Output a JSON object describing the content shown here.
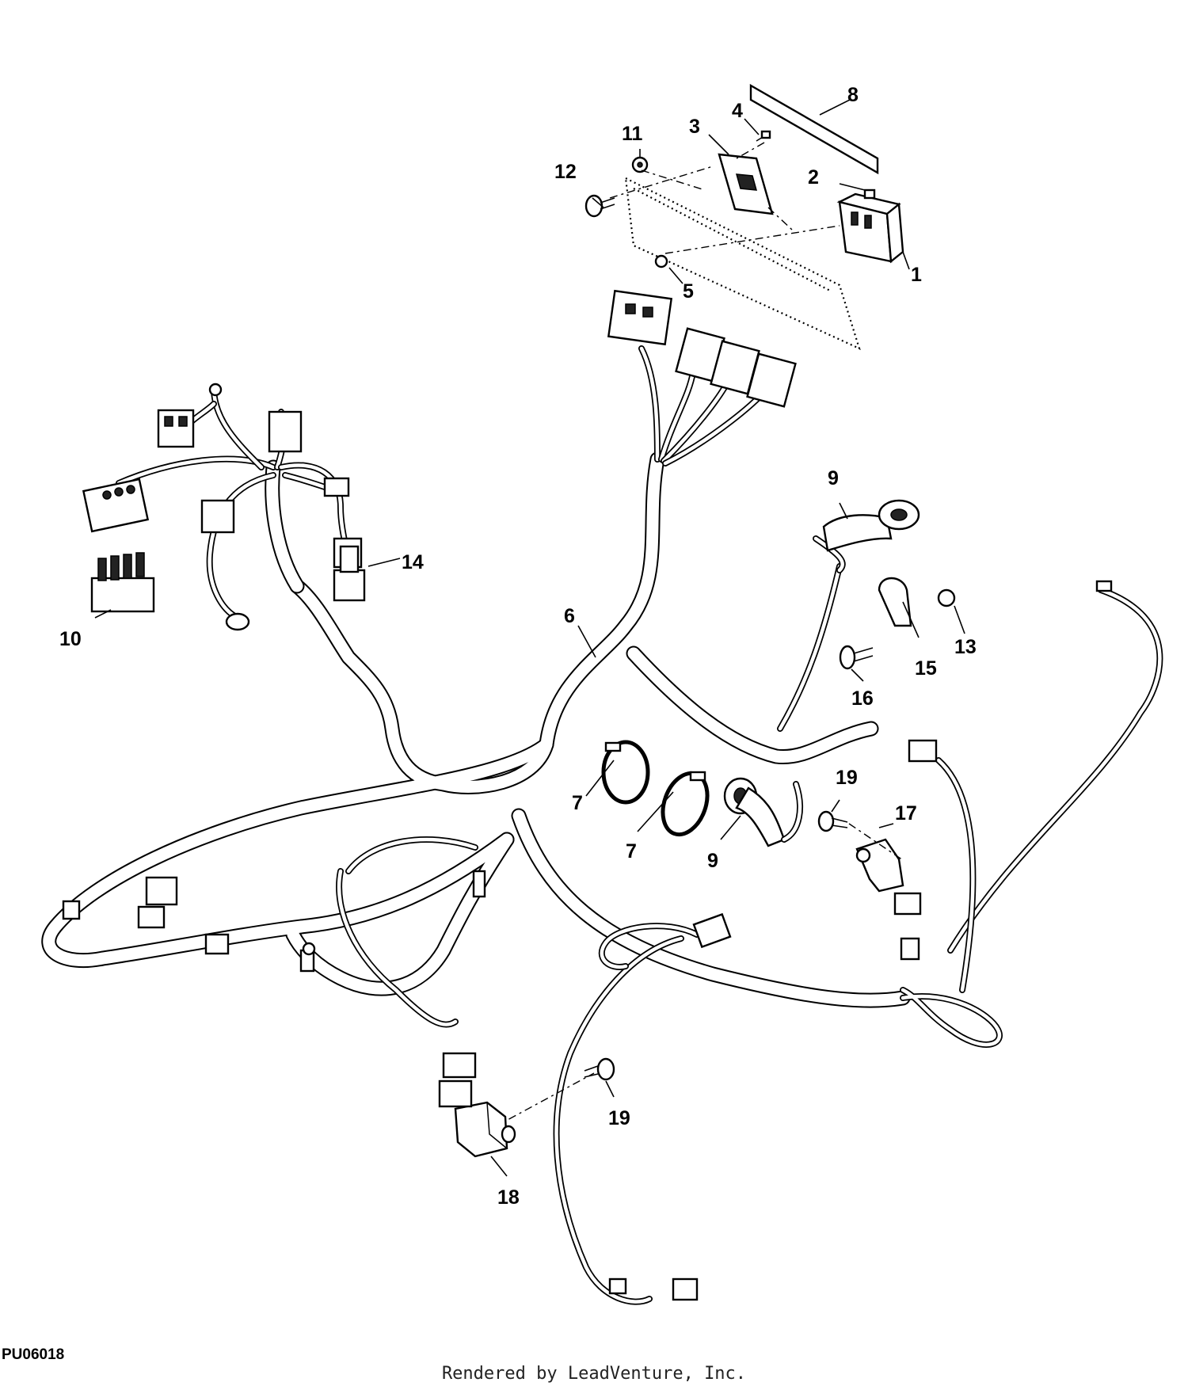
{
  "figure_id": "PU06018",
  "credit": "Rendered by LeadVenture, Inc.",
  "callouts": {
    "c1": "1",
    "c2": "2",
    "c3": "3",
    "c4": "4",
    "c5": "5",
    "c6": "6",
    "c7a": "7",
    "c7b": "7",
    "c8": "8",
    "c9a": "9",
    "c9b": "9",
    "c10": "10",
    "c11": "11",
    "c12": "12",
    "c13": "13",
    "c14": "14",
    "c15": "15",
    "c16": "16",
    "c17": "17",
    "c18": "18",
    "c19a": "19",
    "c19b": "19"
  }
}
